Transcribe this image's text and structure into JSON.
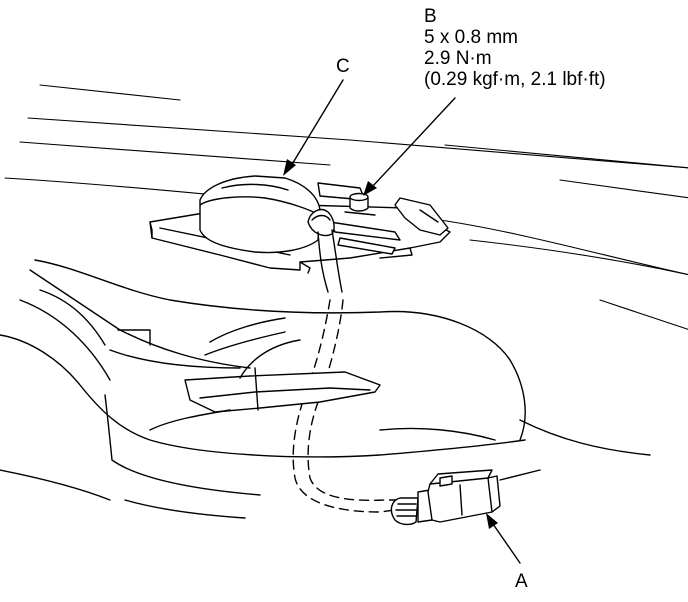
{
  "labels": {
    "a": "A",
    "b": "B",
    "c": "C"
  },
  "spec": {
    "bolt_size": "5 x 0.8 mm",
    "torque_nm": "2.9 N·m",
    "torque_alt": "(0.29 kgf·m, 2.1 lbf·ft)"
  },
  "colors": {
    "line": "#000000",
    "fill": "#ffffff"
  }
}
